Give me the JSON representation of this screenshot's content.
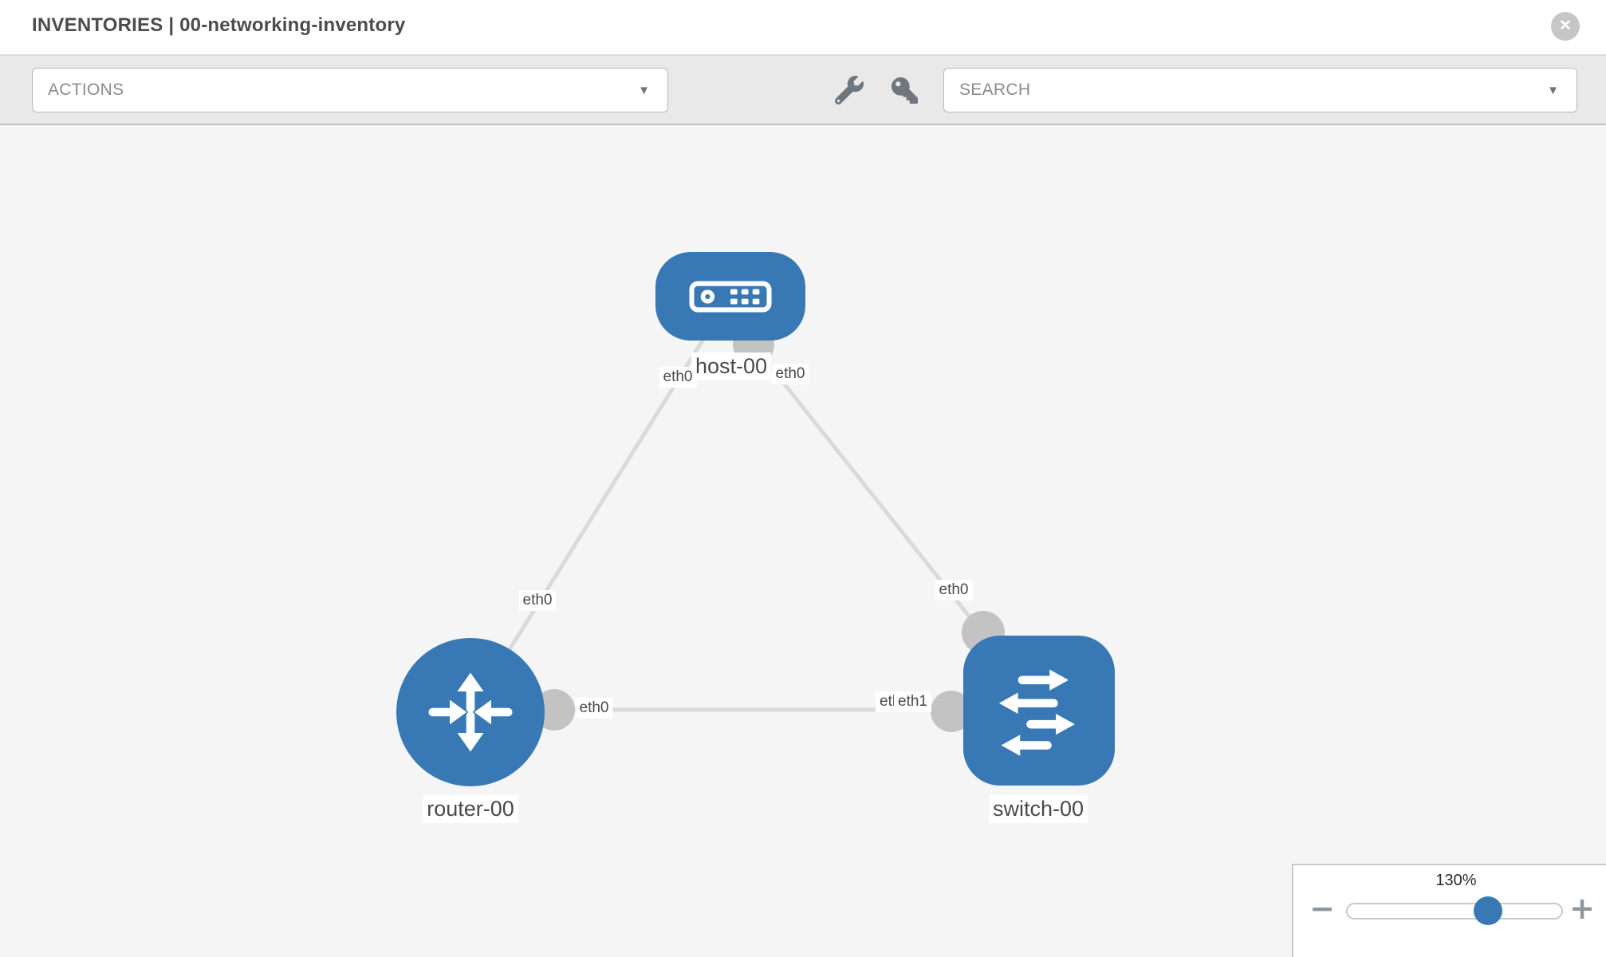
{
  "header": {
    "title": "INVENTORIES | 00-networking-inventory",
    "close_icon": "✕"
  },
  "toolbar": {
    "actions_label": "ACTIONS",
    "search_label": "SEARCH",
    "dropdown_caret": "▼",
    "icons": [
      "wrench-icon",
      "key-icon"
    ]
  },
  "topology": {
    "nodes": [
      {
        "id": "host-00",
        "type": "host",
        "label": "host-00",
        "icon": "host-icon"
      },
      {
        "id": "router-00",
        "type": "router",
        "label": "router-00",
        "icon": "router-icon"
      },
      {
        "id": "switch-00",
        "type": "switch",
        "label": "switch-00",
        "icon": "switch-icon"
      }
    ],
    "links": [
      {
        "source": "host-00",
        "source_interface": "eth0",
        "target": "router-00",
        "target_interface": "eth0"
      },
      {
        "source": "host-00",
        "source_interface": "eth0",
        "target": "switch-00",
        "target_interface": "eth0"
      },
      {
        "source": "router-00",
        "source_interface": "eth0",
        "target": "switch-00",
        "target_interface": "eth1",
        "target_interface_overlapped": "eth0"
      }
    ]
  },
  "zoom_control": {
    "level": "130%",
    "minus_icon": "−",
    "plus_icon": "+"
  },
  "colors": {
    "node_blue": "#3879b5",
    "link_gray": "#dadada",
    "endpoint_gray": "#c3c3c3",
    "icon_gray": "#6e767e",
    "toolbar_bg": "#e9e9e9",
    "canvas_bg": "#f5f5f5"
  }
}
